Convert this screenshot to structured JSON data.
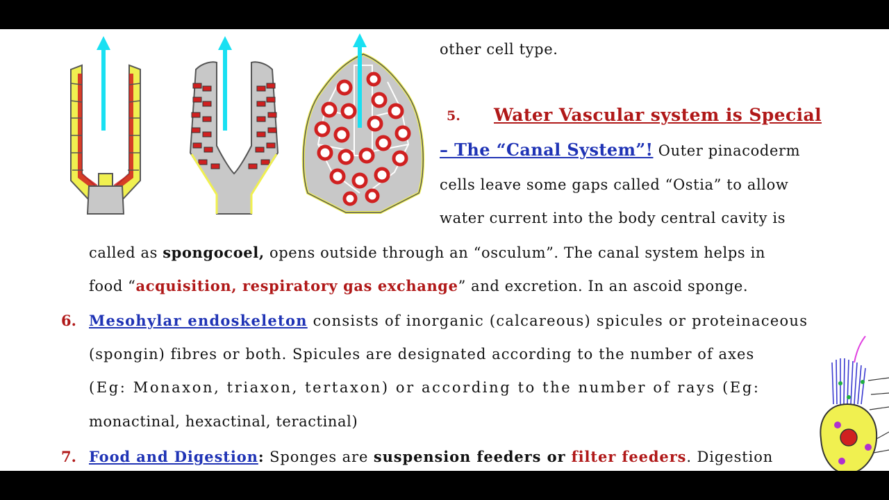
{
  "colors": {
    "heading_red": "#b01818",
    "link_blue": "#1f33b5",
    "arrow_cyan": "#19e0f2",
    "cell_yellow": "#f0f050",
    "cell_red": "#d02020"
  },
  "figure": {
    "name": "sponge-canal-system-diagrams",
    "types": [
      "ascon-icon",
      "sycon-icon",
      "leucon-icon"
    ]
  },
  "text": {
    "top_line": "other cell type.",
    "item5_number": "5.",
    "item5_heading_red": "Water Vascular system is Special",
    "item5_heading_blue": "– The “Canal System”!",
    "item5_line1_tail": " Outer pinacoderm",
    "item5_line2": "cells leave some gaps called “Ostia” to allow",
    "item5_line3": "water current into the body central cavity is",
    "item5_line4_a": "called as ",
    "item5_line4_bold": "spongocoel,",
    "item5_line4_b": " opens outside through an “osculum”. The canal system helps in",
    "item5_line5_a": "food “",
    "item5_line5_red": "acquisition, respiratory gas exchange",
    "item5_line5_b": "” and excretion. In an ascoid sponge.",
    "item6_number": "6.",
    "item6_heading": "Mesohylar endoskeleton",
    "item6_line1_tail": " consists of inorganic (calcareous) spicules or proteinaceous",
    "item6_line2": "(spongin) fibres or both. Spicules are designated according to the number of axes",
    "item6_line3": "(Eg: Monaxon, triaxon, tertaxon) or according to the number of rays (Eg:",
    "item6_line4": "monactinal, hexactinal, teractinal)",
    "item7_number": "7.",
    "item7_heading": "Food and Digestion",
    "item7_colon": ":",
    "item7_a": " Sponges are ",
    "item7_bold": "suspension feeders or ",
    "item7_red": "filter feeders",
    "item7_b": ". Digestion"
  }
}
